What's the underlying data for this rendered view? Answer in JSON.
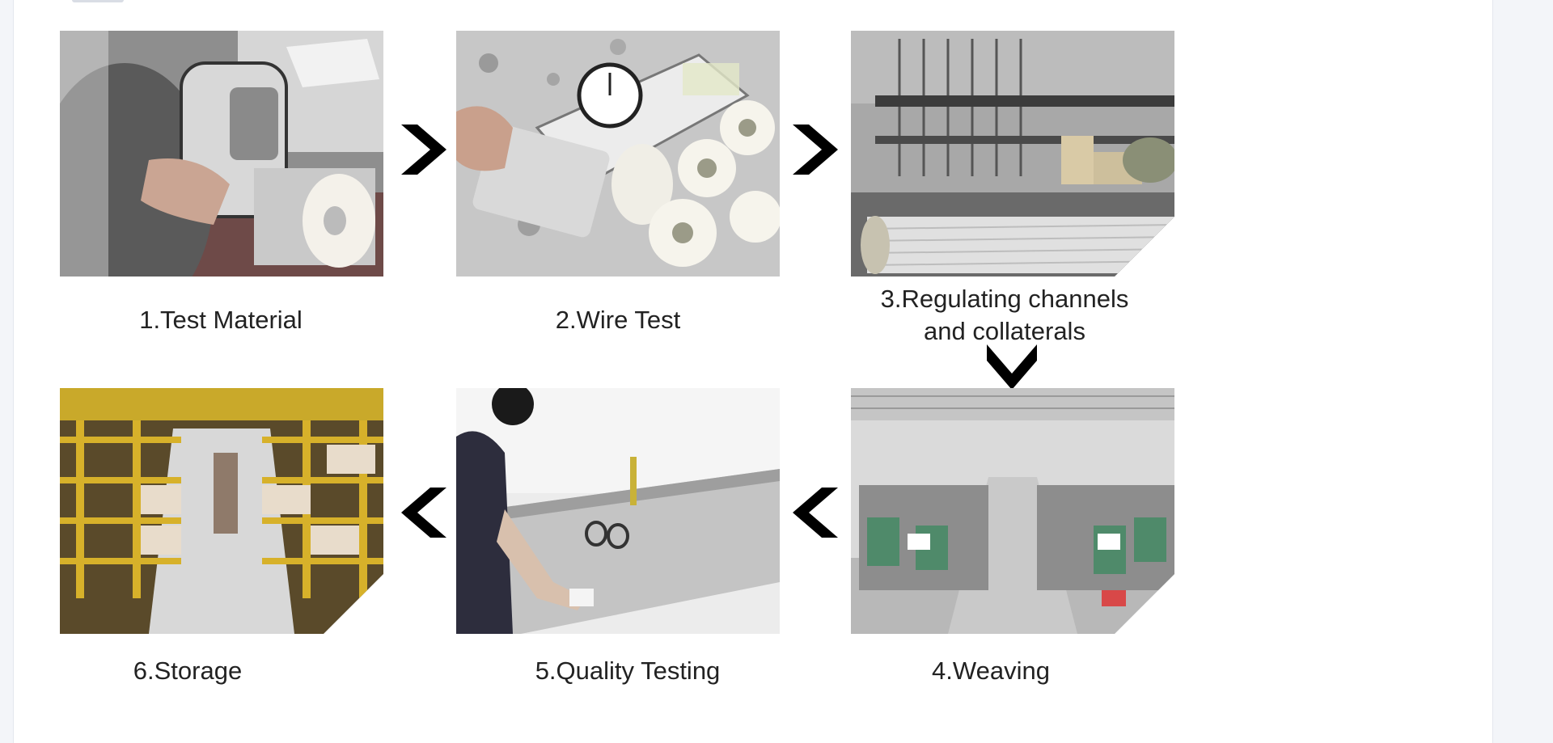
{
  "steps": [
    {
      "id": 1,
      "label": "1.Test Material",
      "photo": "xrf-analyzer-testing-wire-spool"
    },
    {
      "id": 2,
      "label": "2.Wire Test",
      "photo": "tension-gauge-testing-wire-spools"
    },
    {
      "id": 3,
      "label": "3.Regulating channels\nand collaterals",
      "photo": "warping-machine-with-wire-beam"
    },
    {
      "id": 4,
      "label": "4.Weaving",
      "photo": "weaving-looms-factory-hall"
    },
    {
      "id": 5,
      "label": "5.Quality Testing",
      "photo": "worker-inspecting-mesh-on-table"
    },
    {
      "id": 6,
      "label": "6.Storage",
      "photo": "warehouse-shelves-with-mesh-rolls"
    }
  ],
  "arrows": [
    {
      "direction": "right",
      "icon": "chevron-right-icon"
    },
    {
      "direction": "right",
      "icon": "chevron-right-icon"
    },
    {
      "direction": "down",
      "icon": "chevron-down-icon"
    },
    {
      "direction": "left",
      "icon": "chevron-left-icon"
    },
    {
      "direction": "left",
      "icon": "chevron-left-icon"
    }
  ],
  "colors": {
    "page_background": "#f3f5f9",
    "card_background": "#ffffff",
    "caption_text": "#222222",
    "arrow": "#000000"
  }
}
